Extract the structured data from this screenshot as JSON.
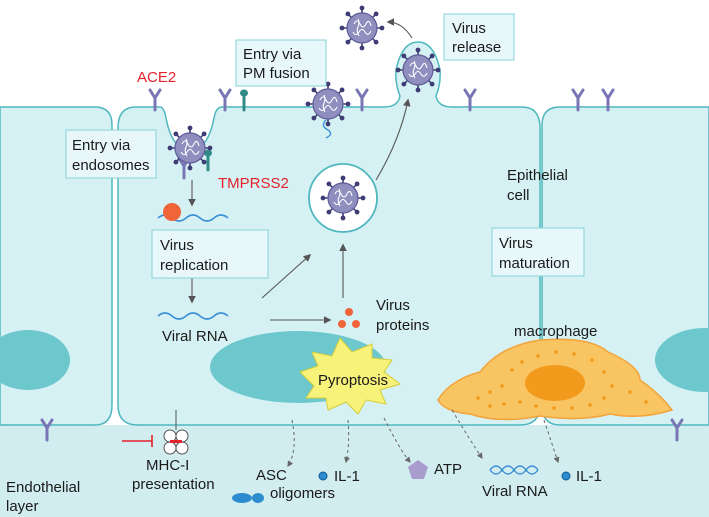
{
  "labels": {
    "ace2": "ACE2",
    "entry_pm_1": "Entry via",
    "entry_pm_2": "PM fusion",
    "virus_release_1": "Virus",
    "virus_release_2": "release",
    "entry_endo_1": "Entry via",
    "entry_endo_2": "endosomes",
    "tmprss2": "TMPRSS2",
    "virus_replication_1": "Virus",
    "virus_replication_2": "replication",
    "viral_rna": "Viral  RNA",
    "virus_proteins_1": "Virus",
    "virus_proteins_2": "proteins",
    "epithelial_1": "Epithelial",
    "epithelial_2": "cell",
    "virus_maturation_1": "Virus",
    "virus_maturation_2": "maturation",
    "macrophage": "macrophage",
    "pyroptosis": "Pyroptosis",
    "mhc_1": "MHC-I",
    "mhc_2": "presentation",
    "asc_1": "ASC",
    "asc_2": "oligomers",
    "il1_a": "IL-1",
    "atp": "ATP",
    "viral_rna_2": "Viral  RNA",
    "il1_b": "IL-1",
    "endothelial_1": "Endothelial",
    "endothelial_2": "layer"
  },
  "colors": {
    "cell_fill": "#d6f1f3",
    "cell_stroke": "#4fb7be",
    "nucleus": "#6cc8cc",
    "endothelial": "#d2edf0",
    "virus_body": "#8e8fbf",
    "virus_spike": "#3e3c74",
    "rna": "#3a8fd6",
    "protein_dot": "#f0643a",
    "receptor": "#7a76b5",
    "tmprss2": "#2f8a88",
    "macrophage_fill": "#f9c563",
    "macrophage_nucleus": "#f29a1c",
    "pyroptosis_fill": "#f7f27a",
    "atp": "#a99dce",
    "red_label": "#e3222b",
    "box_fill": "#e8f7f9",
    "box_stroke": "#86d2d6"
  }
}
